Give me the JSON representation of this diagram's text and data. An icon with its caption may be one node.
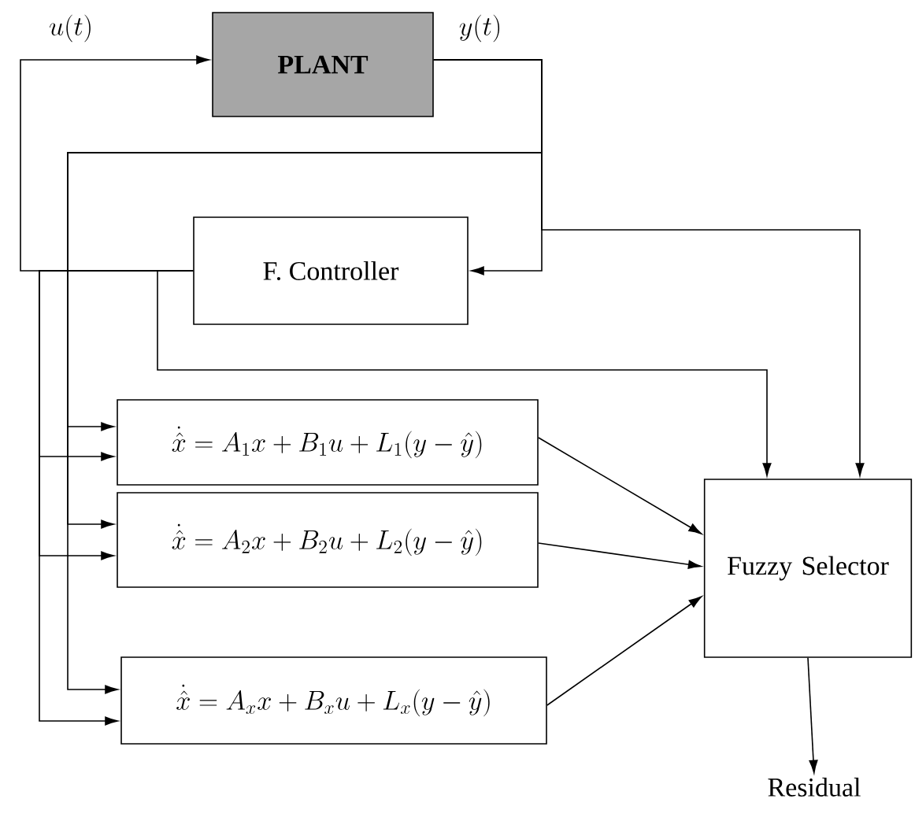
{
  "diagram": {
    "nodes": [
      {
        "text": [
          "PLANT"
        ]
      },
      {
        "text": [
          "F. Controller"
        ]
      },
      {
        "text": [
          "\\dot{\\hat{x}} = A_1 x + B_1 u + L_1 (y - \\hat{y})"
        ]
      },
      {
        "text": [
          "\\dot{\\hat{x}} = A_2 x + B_2 u + L_2 (y - \\hat{y})"
        ]
      },
      {
        "text": [
          "\\dot{\\hat{x}} = A_x x + B_x u + L_x (y - \\hat{y})"
        ]
      },
      {
        "text": [
          "Fuzzy Selector"
        ]
      },
      {
        "text": [
          "Residual"
        ]
      }
    ],
    "edges": [
      {
        "from": 1,
        "to": 0,
        "arrow": "to",
        "label": "u(t)"
      },
      {
        "from": 0,
        "to": 1,
        "arrow": "to",
        "label": "y(t)"
      },
      {
        "from": 0,
        "to": 2,
        "arrow": "to"
      },
      {
        "from": 0,
        "to": 3,
        "arrow": "to"
      },
      {
        "from": 0,
        "to": 4,
        "arrow": "to"
      },
      {
        "from": 1,
        "to": 2,
        "arrow": "to"
      },
      {
        "from": 1,
        "to": 3,
        "arrow": "to"
      },
      {
        "from": 1,
        "to": 4,
        "arrow": "to"
      },
      {
        "from": 1,
        "to": 5,
        "arrow": "to"
      },
      {
        "from": 0,
        "to": 5,
        "arrow": "to"
      },
      {
        "from": 2,
        "to": 5,
        "arrow": "to"
      },
      {
        "from": 3,
        "to": 5,
        "arrow": "to"
      },
      {
        "from": 4,
        "to": 5,
        "arrow": "to"
      },
      {
        "from": 5,
        "to": 6,
        "arrow": "to"
      }
    ]
  }
}
